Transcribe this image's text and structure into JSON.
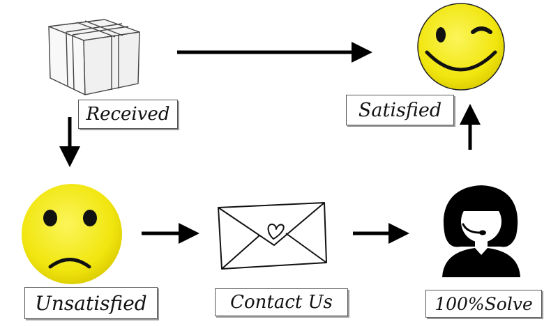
{
  "diagram": {
    "nodes": {
      "received": {
        "label": "Received",
        "icon": "box-icon"
      },
      "satisfied": {
        "label": "Satisfied",
        "icon": "winking-smiley-icon"
      },
      "unsatisfied": {
        "label": "Unsatisfied",
        "icon": "sad-face-icon"
      },
      "contact": {
        "label": "Contact Us",
        "icon": "envelope-heart-icon"
      },
      "solve": {
        "label": "100%Solve",
        "icon": "support-agent-headset-icon"
      }
    },
    "edges": [
      {
        "from": "received",
        "to": "satisfied"
      },
      {
        "from": "received",
        "to": "unsatisfied"
      },
      {
        "from": "unsatisfied",
        "to": "contact"
      },
      {
        "from": "contact",
        "to": "solve"
      },
      {
        "from": "solve",
        "to": "satisfied"
      }
    ],
    "colors": {
      "smiley": "#f7ee1a",
      "ink": "#000000"
    }
  }
}
